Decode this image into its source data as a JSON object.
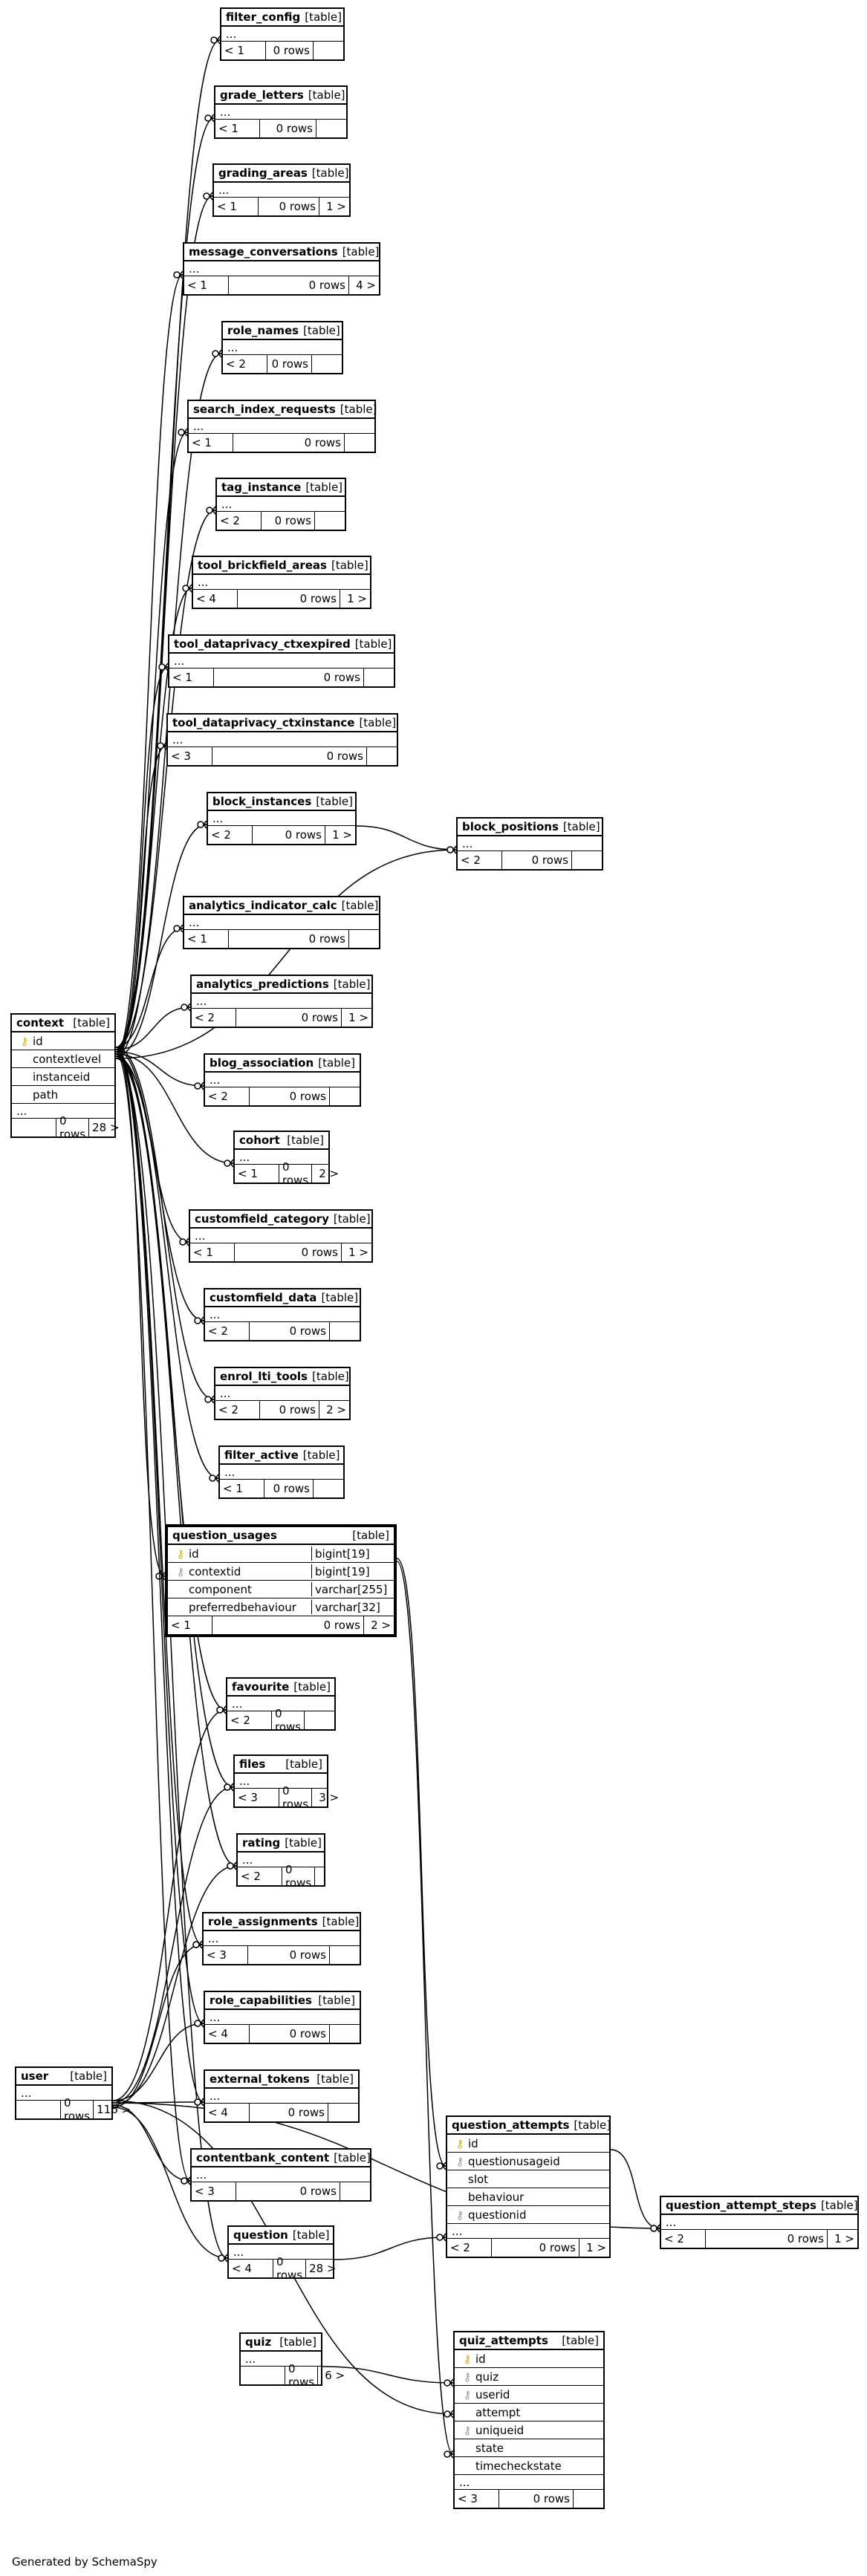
{
  "footer": "Generated by SchemaSpy",
  "tables": [
    {
      "id": "filter_config",
      "name": "filter_config",
      "type": "[table]",
      "cols": [],
      "parent": "< 1",
      "rows": "0 rows",
      "child": ""
    },
    {
      "id": "grade_letters",
      "name": "grade_letters",
      "type": "[table]",
      "cols": [],
      "parent": "< 1",
      "rows": "0 rows",
      "child": ""
    },
    {
      "id": "grading_areas",
      "name": "grading_areas",
      "type": "[table]",
      "cols": [],
      "parent": "< 1",
      "rows": "0 rows",
      "child": "1 >"
    },
    {
      "id": "message_conversations",
      "name": "message_conversations",
      "type": "[table]",
      "cols": [],
      "parent": "< 1",
      "rows": "0 rows",
      "child": "4 >"
    },
    {
      "id": "role_names",
      "name": "role_names",
      "type": "[table]",
      "cols": [],
      "parent": "< 2",
      "rows": "0 rows",
      "child": ""
    },
    {
      "id": "search_index_requests",
      "name": "search_index_requests",
      "type": "[table]",
      "cols": [],
      "parent": "< 1",
      "rows": "0 rows",
      "child": ""
    },
    {
      "id": "tag_instance",
      "name": "tag_instance",
      "type": "[table]",
      "cols": [],
      "parent": "< 2",
      "rows": "0 rows",
      "child": ""
    },
    {
      "id": "tool_brickfield_areas",
      "name": "tool_brickfield_areas",
      "type": "[table]",
      "cols": [],
      "parent": "< 4",
      "rows": "0 rows",
      "child": "1 >"
    },
    {
      "id": "tool_dataprivacy_ctxexpired",
      "name": "tool_dataprivacy_ctxexpired",
      "type": "[table]",
      "cols": [],
      "parent": "< 1",
      "rows": "0 rows",
      "child": ""
    },
    {
      "id": "tool_dataprivacy_ctxinstance",
      "name": "tool_dataprivacy_ctxinstance",
      "type": "[table]",
      "cols": [],
      "parent": "< 3",
      "rows": "0 rows",
      "child": ""
    },
    {
      "id": "block_instances",
      "name": "block_instances",
      "type": "[table]",
      "cols": [],
      "parent": "< 2",
      "rows": "0 rows",
      "child": "1 >"
    },
    {
      "id": "block_positions",
      "name": "block_positions",
      "type": "[table]",
      "cols": [],
      "parent": "< 2",
      "rows": "0 rows",
      "child": ""
    },
    {
      "id": "analytics_indicator_calc",
      "name": "analytics_indicator_calc",
      "type": "[table]",
      "cols": [],
      "parent": "< 1",
      "rows": "0 rows",
      "child": ""
    },
    {
      "id": "analytics_predictions",
      "name": "analytics_predictions",
      "type": "[table]",
      "cols": [],
      "parent": "< 2",
      "rows": "0 rows",
      "child": "1 >"
    },
    {
      "id": "context",
      "name": "context",
      "type": "[table]",
      "cols": [
        {
          "k": "pk",
          "n": "id"
        },
        {
          "k": "",
          "n": "contextlevel"
        },
        {
          "k": "",
          "n": "instanceid"
        },
        {
          "k": "",
          "n": "path"
        }
      ],
      "parent": "",
      "rows": "0 rows",
      "child": "28 >"
    },
    {
      "id": "blog_association",
      "name": "blog_association",
      "type": "[table]",
      "cols": [],
      "parent": "< 2",
      "rows": "0 rows",
      "child": ""
    },
    {
      "id": "cohort",
      "name": "cohort",
      "type": "[table]",
      "cols": [],
      "parent": "< 1",
      "rows": "0 rows",
      "child": "2 >"
    },
    {
      "id": "customfield_category",
      "name": "customfield_category",
      "type": "[table]",
      "cols": [],
      "parent": "< 1",
      "rows": "0 rows",
      "child": "1 >"
    },
    {
      "id": "customfield_data",
      "name": "customfield_data",
      "type": "[table]",
      "cols": [],
      "parent": "< 2",
      "rows": "0 rows",
      "child": ""
    },
    {
      "id": "enrol_lti_tools",
      "name": "enrol_lti_tools",
      "type": "[table]",
      "cols": [],
      "parent": "< 2",
      "rows": "0 rows",
      "child": "2 >"
    },
    {
      "id": "filter_active",
      "name": "filter_active",
      "type": "[table]",
      "cols": [],
      "parent": "< 1",
      "rows": "0 rows",
      "child": ""
    },
    {
      "id": "question_usages",
      "name": "question_usages",
      "type": "[table]",
      "cols": [
        {
          "k": "pk",
          "n": "id",
          "t": "bigint[19]"
        },
        {
          "k": "fk",
          "n": "contextid",
          "t": "bigint[19]"
        },
        {
          "k": "",
          "n": "component",
          "t": "varchar[255]"
        },
        {
          "k": "",
          "n": "preferredbehaviour",
          "t": "varchar[32]"
        }
      ],
      "parent": "< 1",
      "rows": "0 rows",
      "child": "2 >",
      "noell": true
    },
    {
      "id": "favourite",
      "name": "favourite",
      "type": "[table]",
      "cols": [],
      "parent": "< 2",
      "rows": "0 rows",
      "child": ""
    },
    {
      "id": "files",
      "name": "files",
      "type": "[table]",
      "cols": [],
      "parent": "< 3",
      "rows": "0 rows",
      "child": "3 >"
    },
    {
      "id": "rating",
      "name": "rating",
      "type": "[table]",
      "cols": [],
      "parent": "< 2",
      "rows": "0 rows",
      "child": ""
    },
    {
      "id": "role_assignments",
      "name": "role_assignments",
      "type": "[table]",
      "cols": [],
      "parent": "< 3",
      "rows": "0 rows",
      "child": ""
    },
    {
      "id": "role_capabilities",
      "name": "role_capabilities",
      "type": "[table]",
      "cols": [],
      "parent": "< 4",
      "rows": "0 rows",
      "child": ""
    },
    {
      "id": "user",
      "name": "user",
      "type": "[table]",
      "cols": [],
      "parent": "",
      "rows": "0 rows",
      "child": "116 >"
    },
    {
      "id": "external_tokens",
      "name": "external_tokens",
      "type": "[table]",
      "cols": [],
      "parent": "< 4",
      "rows": "0 rows",
      "child": ""
    },
    {
      "id": "question_attempts",
      "name": "question_attempts",
      "type": "[table]",
      "cols": [
        {
          "k": "pk",
          "n": "id"
        },
        {
          "k": "fk",
          "n": "questionusageid"
        },
        {
          "k": "",
          "n": "slot"
        },
        {
          "k": "",
          "n": "behaviour"
        },
        {
          "k": "fk",
          "n": "questionid"
        }
      ],
      "parent": "< 2",
      "rows": "0 rows",
      "child": "1 >"
    },
    {
      "id": "contentbank_content",
      "name": "contentbank_content",
      "type": "[table]",
      "cols": [],
      "parent": "< 3",
      "rows": "0 rows",
      "child": ""
    },
    {
      "id": "question_attempt_steps",
      "name": "question_attempt_steps",
      "type": "[table]",
      "cols": [],
      "parent": "< 2",
      "rows": "0 rows",
      "child": "1 >"
    },
    {
      "id": "question",
      "name": "question",
      "type": "[table]",
      "cols": [],
      "parent": "< 4",
      "rows": "0 rows",
      "child": "28 >"
    },
    {
      "id": "quiz",
      "name": "quiz",
      "type": "[table]",
      "cols": [],
      "parent": "",
      "rows": "0 rows",
      "child": "6 >"
    },
    {
      "id": "quiz_attempts",
      "name": "quiz_attempts",
      "type": "[table]",
      "cols": [
        {
          "k": "pk",
          "n": "id"
        },
        {
          "k": "fk",
          "n": "quiz"
        },
        {
          "k": "fk",
          "n": "userid"
        },
        {
          "k": "",
          "n": "attempt"
        },
        {
          "k": "fk",
          "n": "uniqueid"
        },
        {
          "k": "",
          "n": "state"
        },
        {
          "k": "",
          "n": "timecheckstate"
        }
      ],
      "parent": "< 3",
      "rows": "0 rows",
      "child": ""
    }
  ]
}
